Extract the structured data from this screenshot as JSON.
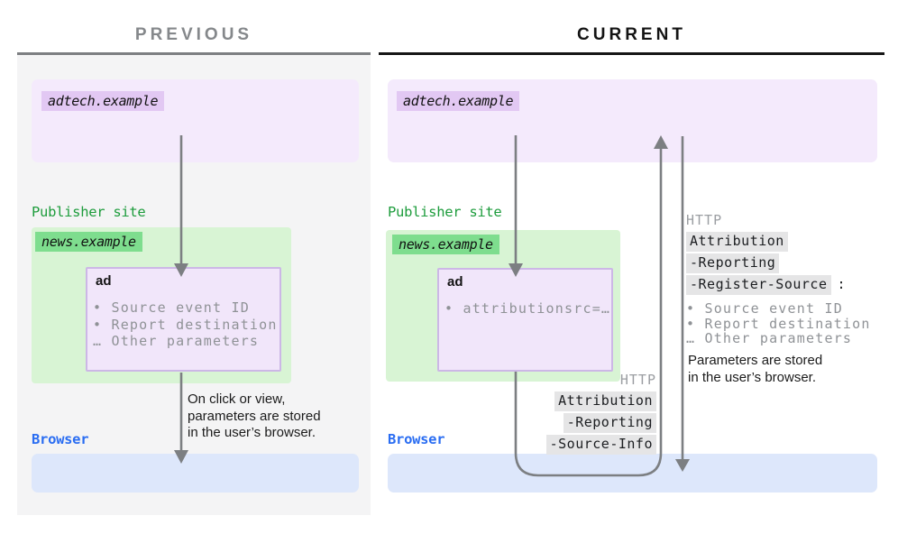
{
  "titles": {
    "previous": "PREVIOUS",
    "current": "CURRENT"
  },
  "previous": {
    "adtech_label": "adtech.example",
    "publisher_label": "Publisher site",
    "news_label": "news.example",
    "ad_title": "ad",
    "ad_bullets": [
      "• Source event ID",
      "• Report destination",
      "… Other parameters"
    ],
    "note_lines": [
      "On click or view,",
      "parameters are stored",
      "in the user’s browser."
    ],
    "browser_label": "Browser"
  },
  "current": {
    "adtech_label": "adtech.example",
    "publisher_label": "Publisher site",
    "news_label": "news.example",
    "ad_title": "ad",
    "ad_bullets": [
      "• attributionsrc=…"
    ],
    "request_header": {
      "prefix": "HTTP",
      "lines": [
        "Attribution",
        "-Reporting",
        "-Source-Info"
      ]
    },
    "response_header": {
      "prefix": "HTTP",
      "lines": [
        "Attribution",
        "-Reporting",
        "-Register-Source"
      ],
      "suffix": ":",
      "bullets": [
        "• Source event ID",
        "• Report destination",
        "… Other parameters"
      ]
    },
    "note_lines": [
      "Parameters are stored",
      "in the user’s browser."
    ],
    "browser_label": "Browser"
  },
  "colors": {
    "panel_gray": "#f4f4f5",
    "adtech_box": "#f4eafc",
    "adtech_highlight": "#e2c8f3",
    "publisher_box": "#d8f4d4",
    "publisher_highlight": "#7edd8e",
    "publisher_text": "#1d9c3c",
    "browser_box": "#dde7fb",
    "browser_text": "#2a6df2",
    "ad_box_fill": "#f1e6fa",
    "ad_box_border": "#ccb7e6",
    "arrow_gray": "#7c7f82",
    "muted_text": "#8f9296",
    "header_chip_bg": "#e5e5e6"
  }
}
